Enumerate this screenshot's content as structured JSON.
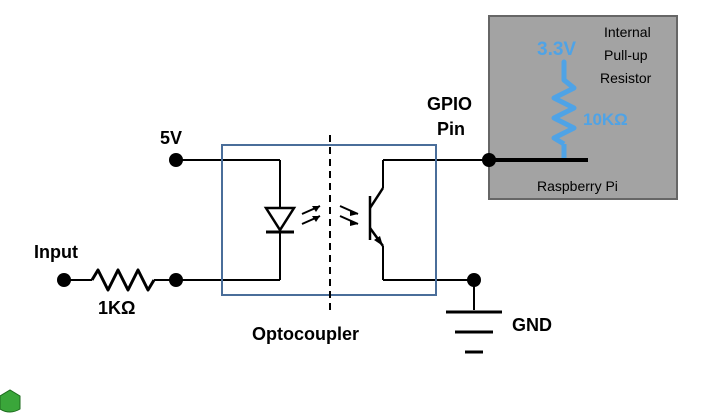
{
  "labels": {
    "v5": "5V",
    "input": "Input",
    "r1": "1KΩ",
    "opto": "Optocoupler",
    "gnd": "GND",
    "gpio_line1": "GPIO",
    "gpio_line2": "Pin"
  },
  "pi_box": {
    "title": "Raspberry Pi",
    "pullup_line1": "Internal",
    "pullup_line2": "Pull-up",
    "pullup_line3": "Resistor",
    "voltage": "3.3V",
    "resistor": "10KΩ"
  },
  "colors": {
    "pi_box_fill": "#a3a3a3",
    "opto_box": "#4a6e9a",
    "pullup_blue": "#4fa3e6",
    "corner_icon": "#3aa63a"
  }
}
